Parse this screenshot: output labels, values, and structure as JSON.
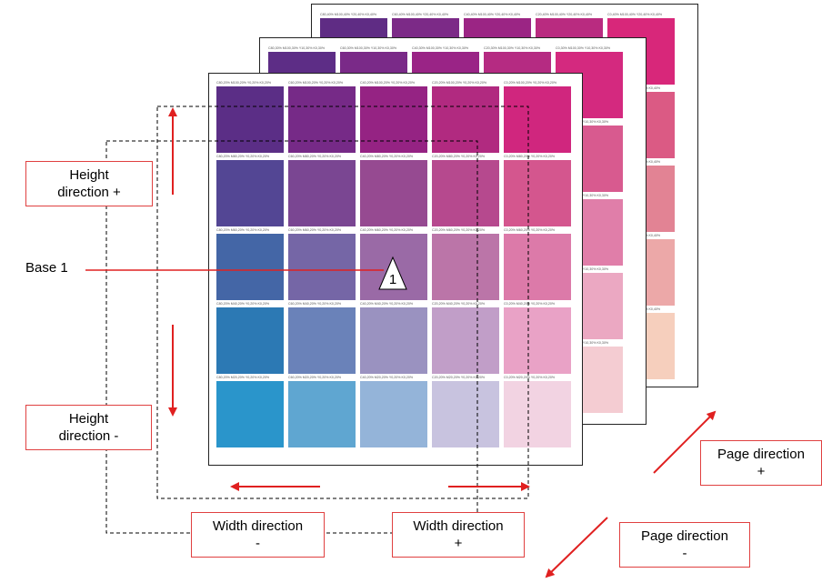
{
  "labels": {
    "height_plus_line1": "Height",
    "height_plus_line2": "direction +",
    "height_minus_line1": "Height",
    "height_minus_line2": "direction -",
    "width_minus_line1": "Width direction",
    "width_minus_line2": "-",
    "width_plus_line1": "Width direction",
    "width_plus_line2": "+",
    "page_plus_line1": "Page direction",
    "page_plus_line2": "+",
    "page_minus_line1": "Page direction",
    "page_minus_line2": "-",
    "base": "Base 1",
    "base_marker": "1"
  },
  "front_sheet": {
    "rows": [
      [
        "#5b2e86",
        "#762a87",
        "#952383",
        "#b12a80",
        "#d0267e"
      ],
      [
        "#534694",
        "#7a4692",
        "#964a91",
        "#b6498e",
        "#d4568e"
      ],
      [
        "#4466a6",
        "#7566a6",
        "#9a6aa6",
        "#bb75a8",
        "#dc7aa9"
      ],
      [
        "#2c79b4",
        "#6a82b9",
        "#9a92c0",
        "#c19ec8",
        "#e9a2c6"
      ],
      [
        "#2a95cb",
        "#5fa6d1",
        "#94b4d9",
        "#c8c3df",
        "#f2d3e2"
      ]
    ],
    "cell_labels": [
      [
        "C80,20% M100,20% Y0,20% K0,20%",
        "C60,20% M100,20% Y0,20% K0,20%",
        "C40,20% M100,20% Y0,20% K0,20%",
        "C20,20% M100,20% Y0,20% K0,20%",
        "C0,20% M100,20% Y0,20% K0,20%"
      ],
      [
        "C80,20% M80,20% Y0,20% K0,20%",
        "C60,20% M80,20% Y0,20% K0,20%",
        "C40,20% M80,20% Y0,20% K0,20%",
        "C20,20% M80,20% Y0,20% K0,20%",
        "C0,20% M80,20% Y0,20% K0,20%"
      ],
      [
        "C80,20% M60,20% Y0,20% K0,20%",
        "C60,20% M60,20% Y0,20% K0,20%",
        "C40,20% M60,20% Y0,20% K0,20%",
        "C20,20% M60,20% Y0,20% K0,20%",
        "C0,20% M60,20% Y0,20% K0,20%"
      ],
      [
        "C80,20% M40,20% Y0,20% K0,20%",
        "C60,20% M40,20% Y0,20% K0,20%",
        "C40,20% M40,20% Y0,20% K0,20%",
        "C20,20% M40,20% Y0,20% K0,20%",
        "C0,20% M40,20% Y0,20% K0,20%"
      ],
      [
        "C80,20% M20,20% Y0,20% K0,20%",
        "C60,20% M20,20% Y0,20% K0,20%",
        "C40,20% M20,20% Y0,20% K0,20%",
        "C20,20% M20,20% Y0,20% K0,20%",
        "C0,20% M20,20% Y0,20% K0,20%"
      ]
    ]
  },
  "middle_sheet": {
    "rows": [
      [
        "#5d2d86",
        "#7a2a88",
        "#9a2486",
        "#b52b82",
        "#d4297f"
      ],
      [
        "#5a4594",
        "#7e4592",
        "#9c4891",
        "#bb4b8e",
        "#d85a8f"
      ],
      [
        "#4e63a5",
        "#7965a6",
        "#9e6ba7",
        "#c076a8",
        "#e07ea9"
      ],
      [
        "#3f7bb6",
        "#6f83b9",
        "#a093c1",
        "#c7a0c8",
        "#eba8c2"
      ],
      [
        "#3a95c9",
        "#67a5d0",
        "#9ab4d8",
        "#cdc4df",
        "#f4ccd2"
      ]
    ],
    "cell_labels": [
      [
        "C80,30% M100,30% Y10,30% K0,30%",
        "C60,30% M100,30% Y10,30% K0,30%",
        "C40,30% M100,30% Y10,30% K0,30%",
        "C20,30% M100,30% Y10,30% K0,30%",
        "C0,30% M100,30% Y10,30% K0,30%"
      ],
      [
        "",
        "",
        "",
        "",
        "C0,30% M80,30% Y10,30% K0,30%"
      ],
      [
        "",
        "",
        "",
        "",
        "C0,30% M60,30% Y10,30% K0,30%"
      ],
      [
        "",
        "",
        "",
        "",
        "C0,30% M40,30% Y10,30% K0,30%"
      ],
      [
        "",
        "",
        "",
        "",
        "C0,30% M20,30% Y10,30% K0,30%"
      ]
    ]
  },
  "back_sheet": {
    "rows": [
      [
        "#5f2c84",
        "#7c2a87",
        "#9b2584",
        "#b92b80",
        "#d8277a"
      ],
      [
        "#5c4693",
        "#824591",
        "#a0488f",
        "#c0508a",
        "#db5a84"
      ],
      [
        "#5062a4",
        "#7c64a5",
        "#a26aa5",
        "#c576a5",
        "#e28394"
      ],
      [
        "#437ab5",
        "#7282b8",
        "#a391bf",
        "#c99ec5",
        "#eca8a8"
      ],
      [
        "#3d93c8",
        "#6aa3cf",
        "#9cb2d6",
        "#cfc1dd",
        "#f6cfbd"
      ]
    ],
    "cell_labels": [
      [
        "C80,40% M100,40% Y20,40% K0,40%",
        "C60,40% M100,40% Y20,40% K0,40%",
        "C40,40% M100,40% Y20,40% K0,40%",
        "C20,40% M100,40% Y20,40% K0,40%",
        "C0,40% M100,40% Y20,40% K0,40%"
      ],
      [
        "",
        "",
        "",
        "",
        "C0,40% M80,40% Y20,40% K0,40%"
      ],
      [
        "",
        "",
        "",
        "",
        "C0,40% M60,40% Y20,40% K0,40%"
      ],
      [
        "",
        "",
        "",
        "",
        "C0,40% M40,40% Y20,40% K0,40%"
      ],
      [
        "",
        "",
        "",
        "",
        "C0,40% M20,40% Y20,40% K0,40%"
      ]
    ]
  },
  "colors": {
    "arrow": "#e02020",
    "callout_border": "#e04040",
    "dashed": "#000000",
    "sheet_border": "#222222"
  }
}
